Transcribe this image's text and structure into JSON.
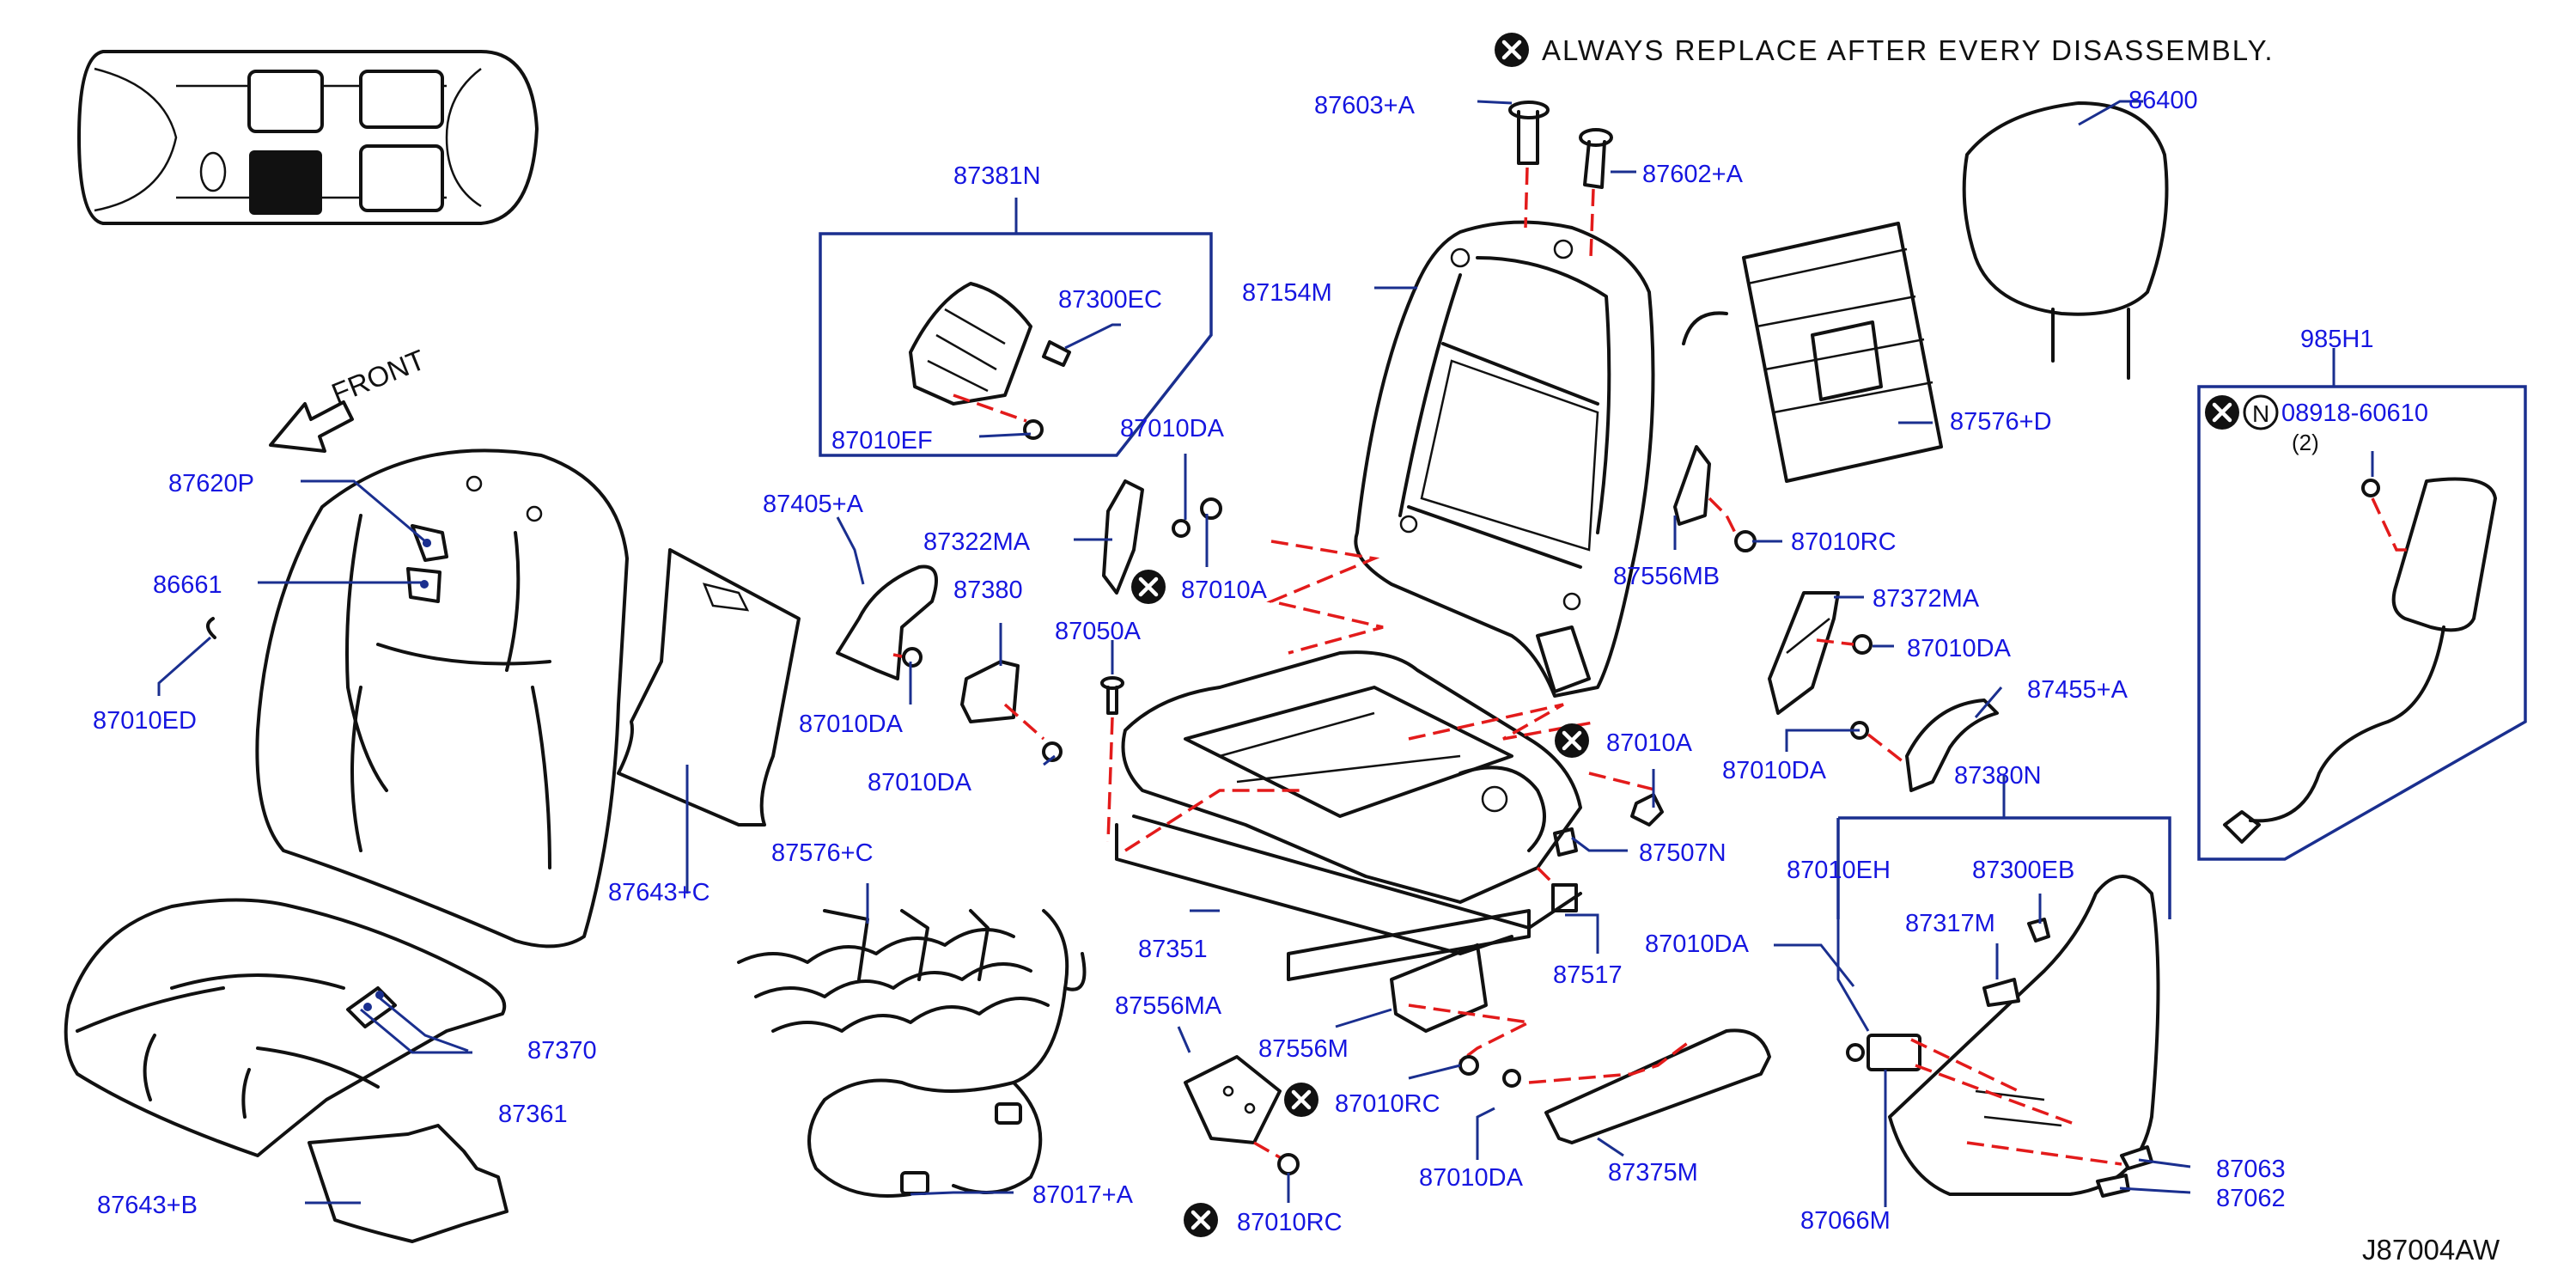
{
  "note": {
    "text": "ALWAYS  REPLACE  AFTER  EVERY  DISASSEMBLY."
  },
  "front_label": "FRONT",
  "diagram_code": "J87004AW",
  "n_symbol": "N",
  "labels": {
    "p87603A": "87603+A",
    "p87602A": "87602+A",
    "p86400": "86400",
    "p87381N": "87381N",
    "p87300EC": "87300EC",
    "p87010EF": "87010EF",
    "p87154M": "87154M",
    "p87576D": "87576+D",
    "p985H1": "985H1",
    "p08918": "08918-60610",
    "p08918qty": "(2)",
    "p87620P": "87620P",
    "p86661": "86661",
    "p87010ED": "87010ED",
    "p87405A": "87405+A",
    "p87322MA": "87322MA",
    "p87010DA_top": "87010DA",
    "p87010A_top": "87010A",
    "p87380": "87380",
    "p87050A": "87050A",
    "p87010DA_405": "87010DA",
    "p87010DA_380": "87010DA",
    "p87010RC_556MB": "87010RC",
    "p87556MB": "87556MB",
    "p87372MA": "87372MA",
    "p87010DA_372": "87010DA",
    "p87455A": "87455+A",
    "p87010DA_455": "87010DA",
    "p87010A_mid": "87010A",
    "p87380N": "87380N",
    "p87507N": "87507N",
    "p87643C": "87643+C",
    "p87576C": "87576+C",
    "p87351": "87351",
    "p87010EH": "87010EH",
    "p87300EB": "87300EB",
    "p87317M": "87317M",
    "p87010DA_right": "87010DA",
    "p87517": "87517",
    "p87556MA": "87556MA",
    "p87556M": "87556M",
    "p87010RC_mid": "87010RC",
    "p87370": "87370",
    "p87361": "87361",
    "p87010DA_bottom": "87010DA",
    "p87375M": "87375M",
    "p87063": "87063",
    "p87062": "87062",
    "p87066M": "87066M",
    "p87643B": "87643+B",
    "p87017A": "87017+A",
    "p87010RC_bottom": "87010RC"
  },
  "colors": {
    "label": "#1616e0",
    "leader": "#1a2f8f",
    "dash": "#e31b1b",
    "line": "#111111"
  }
}
